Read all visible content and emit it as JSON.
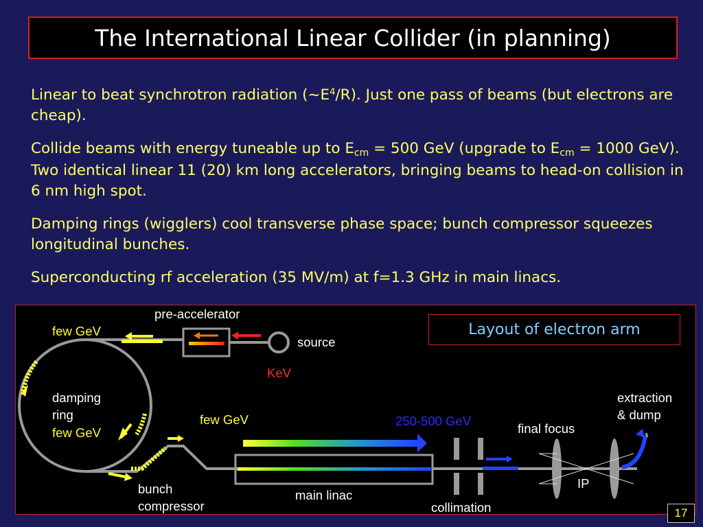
{
  "slide": {
    "title": "The International Linear Collider (in planning)",
    "page_number": "17"
  },
  "bullets": {
    "b1": {
      "t1": "Linear to beat synchrotron radiation (~E",
      "t1_sup": "4",
      "t2": "/R). Just one pass of beams (but electrons are cheap)."
    },
    "b2": {
      "t1": "Collide beams with energy tuneable up to E",
      "t1_sub": "cm",
      "t2": " = 500 GeV (upgrade to E",
      "t2_sub": "cm",
      "t3": " = 1000 GeV).  Two identical linear 11 (20) km long accelerators, bringing beams to head-on collision in 6 nm high spot."
    },
    "b3": "Damping rings (wigglers) cool transverse phase space; bunch compressor squeezes longitudinal bunches.",
    "b4": "Superconducting rf acceleration (35 MV/m) at f=1.3 GHz in main linacs."
  },
  "diagram": {
    "layout_title": "Layout of electron arm",
    "pre_accelerator": "pre-accelerator",
    "source": "source",
    "kev": "KeV",
    "few_gev_top": "few GeV",
    "damping": "damping",
    "ring": "ring",
    "few_gev_ring": "few GeV",
    "few_gev_mid": "few GeV",
    "gev_range": "250-500 GeV",
    "final_focus": "final focus",
    "extraction": "extraction",
    "dump": "& dump",
    "ip": "IP",
    "bunch": "bunch",
    "compressor": "compressor",
    "main_linac": "main linac",
    "collimation": "collimation"
  },
  "colors": {
    "background": "#1a1a5a",
    "text_yellow": "#ffff66",
    "border_red": "#d42020",
    "beam_yellow": "#ffff33",
    "layout_title": "#88ccff"
  }
}
